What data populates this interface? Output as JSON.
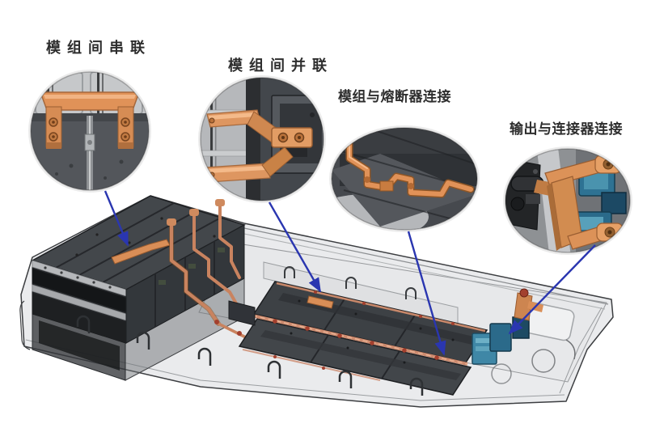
{
  "scene": {
    "type": "battery-pack-busbar-connection-diagram",
    "background_color": "#ffffff",
    "callouts": [
      {
        "id": "module-series",
        "label": "模组间串联"
      },
      {
        "id": "module-parallel",
        "label": "模组间并联"
      },
      {
        "id": "module-fuse",
        "label": "模组与熔断器连接"
      },
      {
        "id": "output-connector",
        "label": "输出与连接器连接"
      }
    ],
    "colors": {
      "busbar_copper": "#d98e57",
      "busbar_copper_highlight": "#f3b788",
      "busbar_copper_dark": "#9a5c30",
      "busbar_run_salmon": "#cc8a6e",
      "connector_red": "#a3402e",
      "arrow_blue": "#2a36b0",
      "module_dark": "#3d4145",
      "stack_dark": "#26282b",
      "tray_gray": "#c9cbce",
      "component_teal": "#3f87a6",
      "label_text": "#2e2e2e"
    }
  }
}
